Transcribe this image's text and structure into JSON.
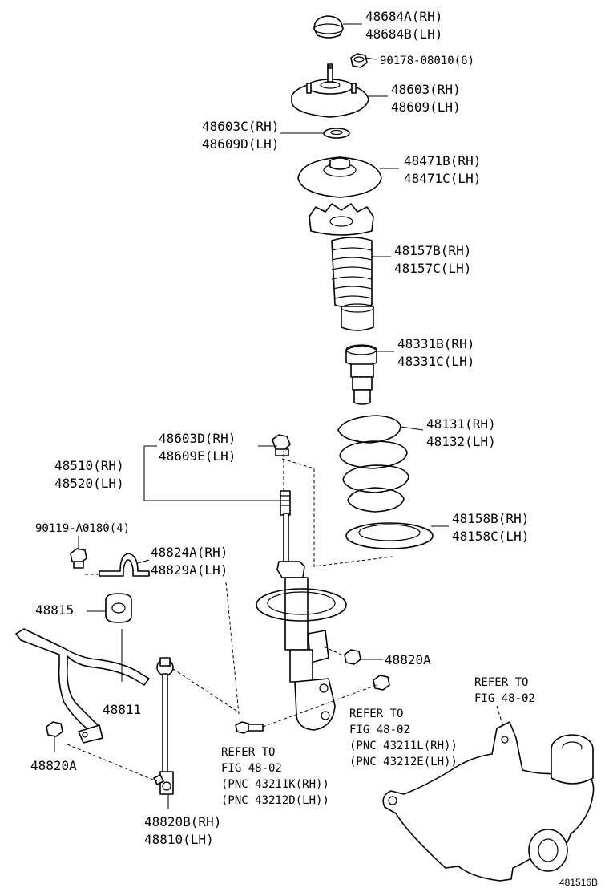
{
  "figure_id": "481516B",
  "labels": {
    "l_48684": [
      "48684A(RH)",
      "48684B(LH)"
    ],
    "l_90178": [
      "90178-08010(6)"
    ],
    "l_48603": [
      "48603(RH)",
      "48609(LH)"
    ],
    "l_48603c": [
      "48603C(RH)",
      "48609D(LH)"
    ],
    "l_48471": [
      "48471B(RH)",
      "48471C(LH)"
    ],
    "l_48157": [
      "48157B(RH)",
      "48157C(LH)"
    ],
    "l_48331": [
      "48331B(RH)",
      "48331C(LH)"
    ],
    "l_48131": [
      "48131(RH)",
      "48132(LH)"
    ],
    "l_48603d": [
      "48603D(RH)",
      "48609E(LH)"
    ],
    "l_48510": [
      "48510(RH)",
      "48520(LH)"
    ],
    "l_48158": [
      "48158B(RH)",
      "48158C(LH)"
    ],
    "l_90119": [
      "90119-A0180(4)"
    ],
    "l_48824": [
      "48824A(RH)",
      "48829A(LH)"
    ],
    "l_48815": [
      "48815"
    ],
    "l_48820a_r": [
      "48820A"
    ],
    "l_48811": [
      "48811"
    ],
    "l_48820a_l": [
      "48820A"
    ],
    "l_48820b": [
      "48820B(RH)",
      "48810(LH)"
    ],
    "l_ref_right": [
      "REFER TO",
      "FIG 48-02"
    ],
    "l_ref_mid": [
      "REFER TO",
      "FIG 48-02",
      "(PNC 43211L(RH))",
      "(PNC 43212E(LH))"
    ],
    "l_ref_left": [
      "REFER TO",
      "FIG 48-02",
      "(PNC 43211K(RH))",
      "(PNC 43212D(LH))"
    ]
  }
}
